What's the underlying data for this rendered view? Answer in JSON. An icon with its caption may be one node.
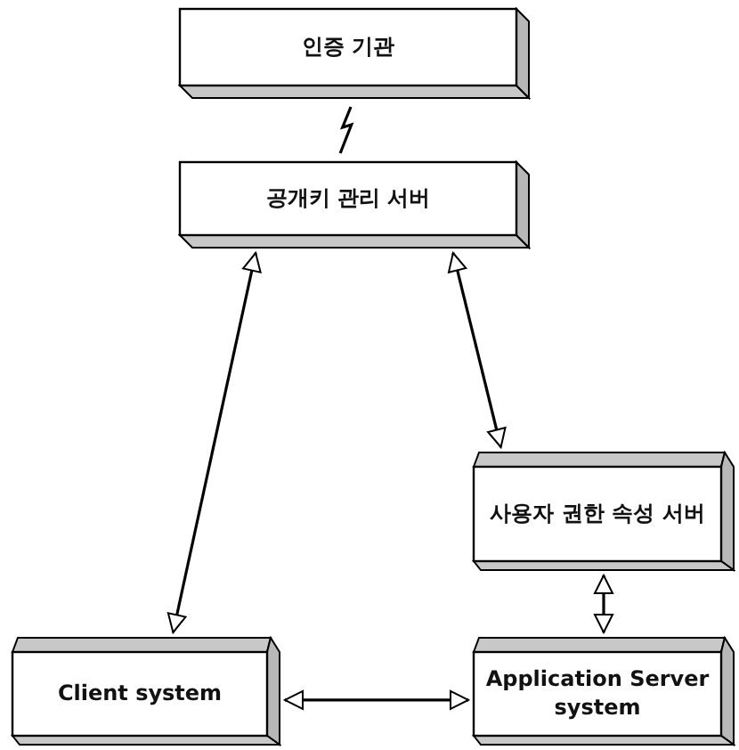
{
  "diagram": {
    "nodes": [
      {
        "text": [
          "인증 기관"
        ]
      },
      {
        "text": [
          "공개키 관리 서버"
        ]
      },
      {
        "text": [
          "사용자 권한 속성 서버"
        ]
      },
      {
        "text": [
          "Client system"
        ]
      },
      {
        "text": [
          "Application Server system"
        ]
      }
    ],
    "edges": [
      {
        "from": 0,
        "to": 1,
        "arrow": "none"
      },
      {
        "from": 1,
        "to": 3,
        "arrow": "both"
      },
      {
        "from": 1,
        "to": 2,
        "arrow": "both"
      },
      {
        "from": 2,
        "to": 4,
        "arrow": "both"
      },
      {
        "from": 3,
        "to": 4,
        "arrow": "both"
      }
    ]
  }
}
